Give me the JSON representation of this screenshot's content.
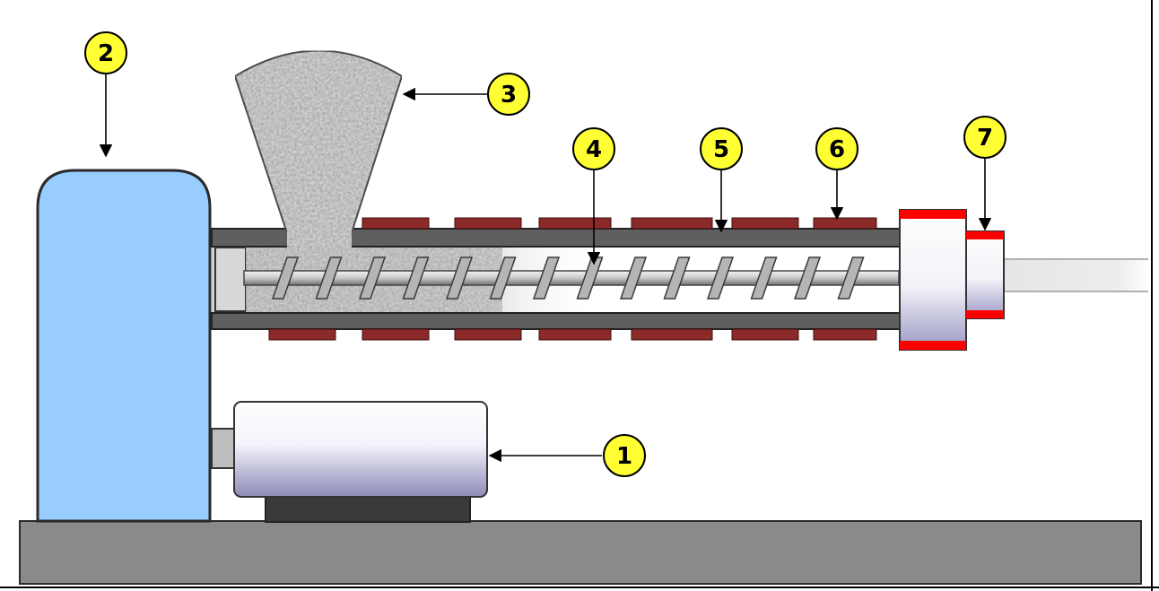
{
  "diagram": {
    "callouts": [
      {
        "id": "motor",
        "label": "1"
      },
      {
        "id": "gearbox",
        "label": "2"
      },
      {
        "id": "hopper",
        "label": "3"
      },
      {
        "id": "screw",
        "label": "4"
      },
      {
        "id": "barrel",
        "label": "5"
      },
      {
        "id": "heaters",
        "label": "6"
      },
      {
        "id": "die",
        "label": "7"
      }
    ],
    "colors": {
      "callout_fill": "#ffff33",
      "gearbox": "#99ccff",
      "base": "#8a8a8a",
      "barrel": "#5f5f5f",
      "heater_band": "#8c2a2a",
      "die_band": "#ff0000",
      "motor_light": "#ffffff",
      "motor_dark": "#9a98c0",
      "granules": "#cfcfcf"
    },
    "icons": {
      "motor": "electric-motor-icon",
      "gearbox": "gearbox-icon",
      "hopper": "hopper-icon",
      "screw": "screw-icon",
      "barrel": "barrel-icon",
      "heaters": "heater-band-icon",
      "die": "die-icon"
    }
  }
}
